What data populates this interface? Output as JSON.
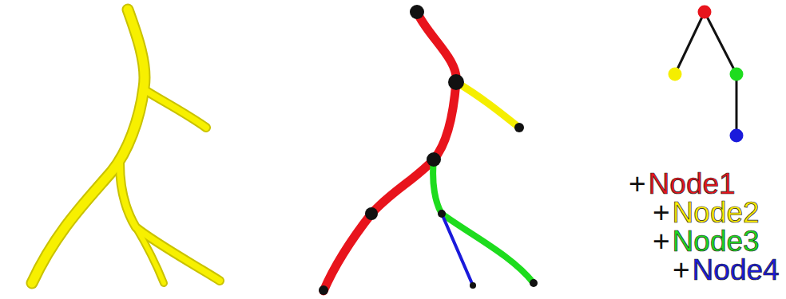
{
  "diagram": {
    "labels": [
      "+",
      "Node1",
      "+",
      "Node2",
      "+",
      "Node3",
      "+",
      "Node4"
    ]
  }
}
